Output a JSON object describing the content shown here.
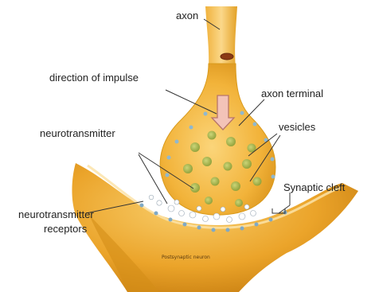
{
  "labels": {
    "axon": "axon",
    "direction_of_impulse": "direction of impulse",
    "axon_terminal": "axon terminal",
    "vesicles": "vesicles",
    "neurotransmitter": "neurotransmitter",
    "synaptic_cleft": "Synaptic cleft",
    "neurotransmitter_receptors_line1": "neurotransmitter",
    "neurotransmitter_receptors_line2": "receptors",
    "postsynaptic_neuron": "Postsynaptic neuron"
  },
  "colors": {
    "terminal_fill": "#f3b53b",
    "terminal_edge": "#d99a1c",
    "postsynaptic_fill": "#eba42a",
    "postsynaptic_shadow": "#c67d10",
    "vesicle": "#9fb24a",
    "receptor_dot": "#7fa9c6",
    "arrow_fill": "#f3c3b8",
    "arrow_stroke": "#b7756a",
    "leader_line": "#333333"
  }
}
